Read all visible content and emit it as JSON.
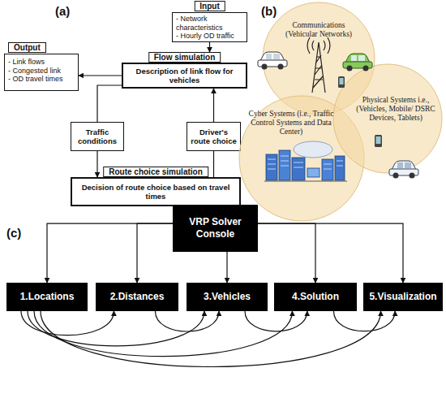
{
  "diagram": {
    "nodes": [
      {
        "text": [
          "Input",
          "- Network characteristics",
          "- Hourly OD traffic"
        ]
      },
      {
        "text": [
          "Output",
          "- Link flows",
          "- Congested link",
          "- OD travel times"
        ]
      },
      {
        "text": [
          "Flow simulation",
          "Description of link flow for vehicles"
        ]
      },
      {
        "text": [
          "Traffic conditions"
        ]
      },
      {
        "text": [
          "Driver's route choice"
        ]
      },
      {
        "text": [
          "Route choice simulation",
          "Decision of route choice based on travel times"
        ]
      },
      {
        "text": [
          "Communications (Vehicular Networks)"
        ]
      },
      {
        "text": [
          "Cyber Systems (i.e., Traffic Control Systems and Data Center)"
        ]
      },
      {
        "text": [
          "Physical Systems i.e., (Vehicles, Mobile/ DSRC Devices, Tablets)"
        ]
      },
      {
        "text": [
          "VRP Solver Console"
        ]
      },
      {
        "text": [
          "1.Locations"
        ]
      },
      {
        "text": [
          "2.Distances"
        ]
      },
      {
        "text": [
          "3.Vehicles"
        ]
      },
      {
        "text": [
          "4.Solution"
        ]
      },
      {
        "text": [
          "5.Visualization"
        ]
      }
    ],
    "edges": [
      {
        "from": 0,
        "to": 2,
        "arrow": "to"
      },
      {
        "from": 2,
        "to": 1,
        "arrow": "to"
      },
      {
        "from": 2,
        "to": 3,
        "arrow": "none"
      },
      {
        "from": 3,
        "to": 5,
        "arrow": "to"
      },
      {
        "from": 5,
        "to": 4,
        "arrow": "none"
      },
      {
        "from": 4,
        "to": 2,
        "arrow": "to"
      },
      {
        "from": 9,
        "to": 10,
        "arrow": "to"
      },
      {
        "from": 9,
        "to": 11,
        "arrow": "to"
      },
      {
        "from": 9,
        "to": 12,
        "arrow": "to"
      },
      {
        "from": 9,
        "to": 13,
        "arrow": "to"
      },
      {
        "from": 9,
        "to": 14,
        "arrow": "to"
      },
      {
        "from": 10,
        "to": 11,
        "arrow": "to"
      },
      {
        "from": 10,
        "to": 12,
        "arrow": "to"
      },
      {
        "from": 10,
        "to": 13,
        "arrow": "to"
      },
      {
        "from": 10,
        "to": 14,
        "arrow": "to"
      },
      {
        "from": 11,
        "to": 12,
        "arrow": "to"
      },
      {
        "from": 12,
        "to": 13,
        "arrow": "to"
      },
      {
        "from": 13,
        "to": 14,
        "arrow": "to"
      }
    ],
    "labels": [
      "(a)",
      "(b)",
      "(c)"
    ]
  }
}
